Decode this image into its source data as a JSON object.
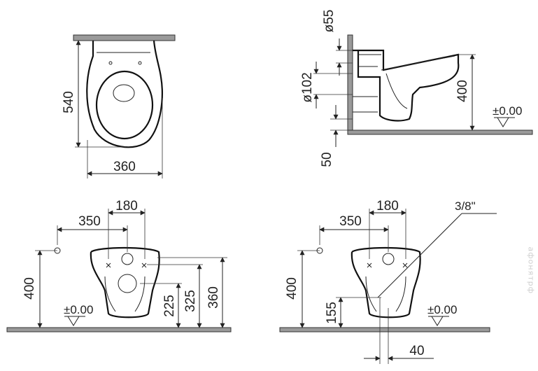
{
  "top_view": {
    "width": "360",
    "depth": "540"
  },
  "side_view": {
    "drain_diameter": "ø55",
    "outlet_diameter": "ø102",
    "rim_height": "400",
    "floor_gap": "50",
    "floor_level": "±0.00"
  },
  "front_view_left": {
    "offset": "350",
    "bolt_spacing": "180",
    "inlet_height": "400",
    "floor_level": "±0.00",
    "h1": "225",
    "h2": "325",
    "h3": "360"
  },
  "front_view_right": {
    "offset": "350",
    "bolt_spacing": "180",
    "thread": "3/8\"",
    "inlet_height": "400",
    "outlet_height": "155",
    "floor_level": "±0.00",
    "outlet_offset": "40"
  },
  "watermark": "афонятрф"
}
